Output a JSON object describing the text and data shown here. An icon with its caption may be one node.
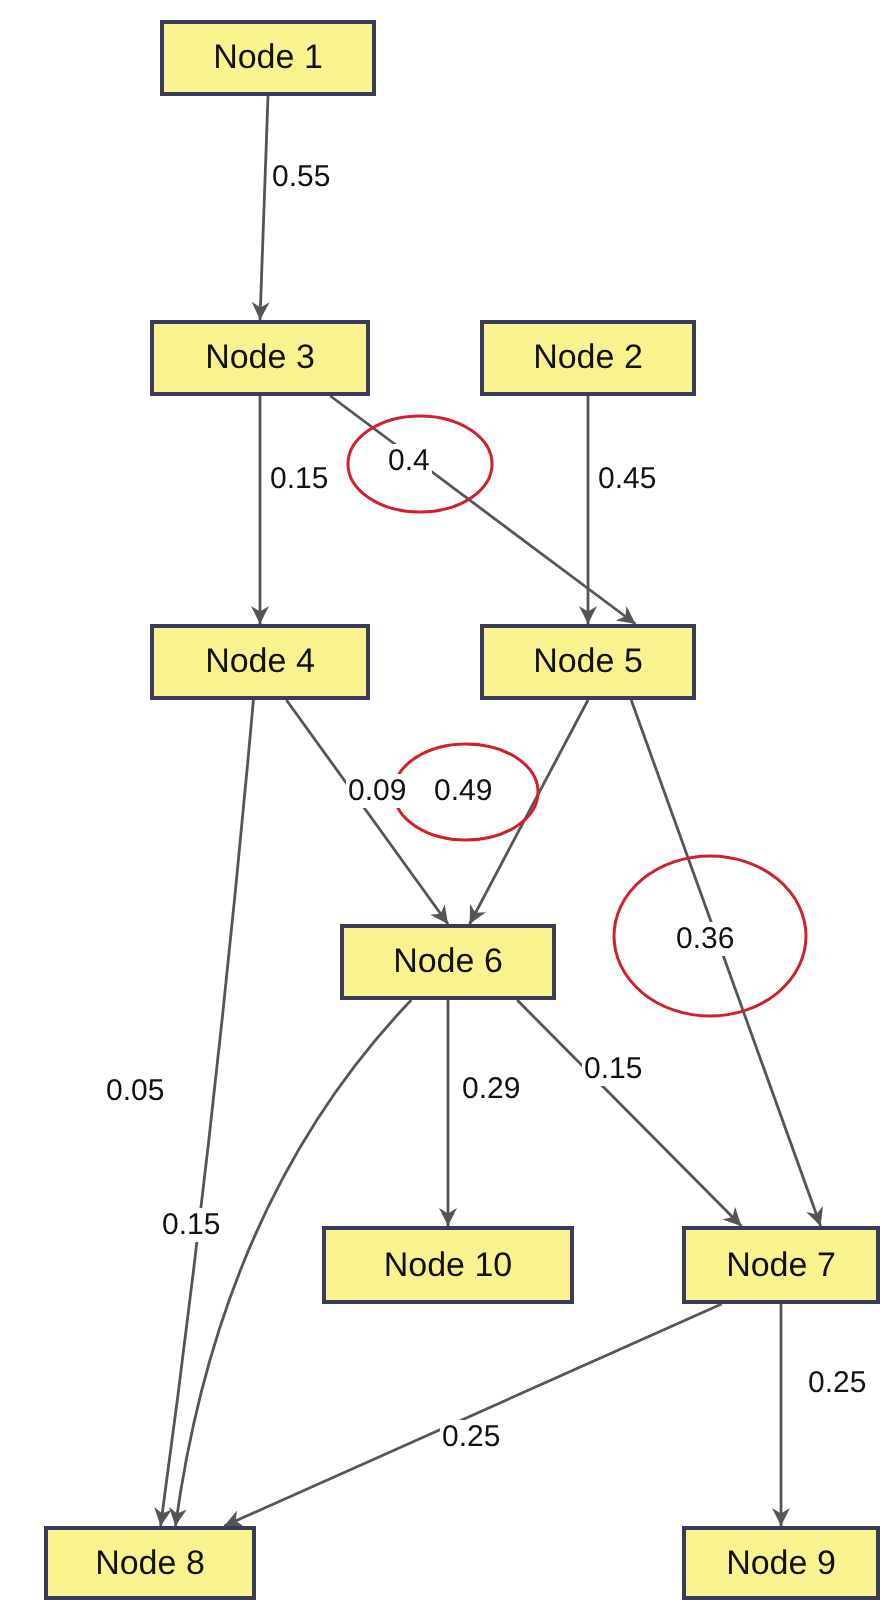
{
  "diagram": {
    "nodes": [
      {
        "text": [
          "Node 1"
        ]
      },
      {
        "text": [
          "Node 3"
        ]
      },
      {
        "text": [
          "Node 2"
        ]
      },
      {
        "text": [
          "Node 4"
        ]
      },
      {
        "text": [
          "Node 5"
        ]
      },
      {
        "text": [
          "Node 6"
        ]
      },
      {
        "text": [
          "Node 10"
        ]
      },
      {
        "text": [
          "Node 7"
        ]
      },
      {
        "text": [
          "Node 8"
        ]
      },
      {
        "text": [
          "Node 9"
        ]
      }
    ],
    "edges": [
      {
        "from": 0,
        "to": 1,
        "arrow": "to",
        "label": "0.55"
      },
      {
        "from": 1,
        "to": 3,
        "arrow": "to",
        "label": "0.15"
      },
      {
        "from": 1,
        "to": 4,
        "arrow": "to",
        "label": "0.4"
      },
      {
        "from": 2,
        "to": 4,
        "arrow": "to",
        "label": "0.45"
      },
      {
        "from": 3,
        "to": 5,
        "arrow": "to",
        "label": "0.09"
      },
      {
        "from": 4,
        "to": 5,
        "arrow": "to",
        "label": "0.49"
      },
      {
        "from": 4,
        "to": 7,
        "arrow": "to",
        "label": "0.36"
      },
      {
        "from": 3,
        "to": 8,
        "arrow": "to",
        "label": "0.05"
      },
      {
        "from": 5,
        "to": 8,
        "arrow": "to",
        "label": "0.15"
      },
      {
        "from": 5,
        "to": 6,
        "arrow": "to",
        "label": "0.29"
      },
      {
        "from": 5,
        "to": 7,
        "arrow": "to",
        "label": "0.15"
      },
      {
        "from": 7,
        "to": 9,
        "arrow": "to",
        "label": "0.25"
      },
      {
        "from": 7,
        "to": 8,
        "arrow": "to",
        "label": "0.25"
      }
    ]
  }
}
